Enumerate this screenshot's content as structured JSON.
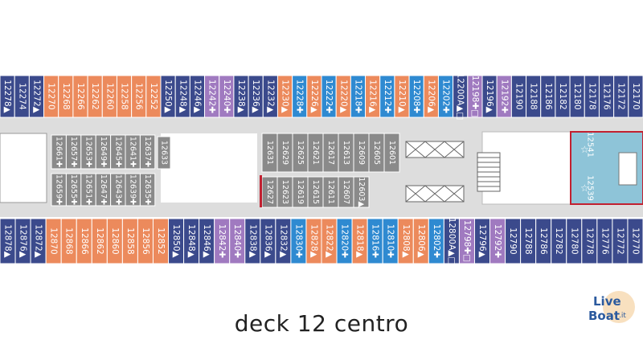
{
  "colors": {
    "navy": "#3b4a8c",
    "orange": "#ec8a5c",
    "purple": "#a07ac0",
    "blue": "#2f8ad1",
    "gray": "#8a8a8a",
    "teal": "#8ec4d8",
    "corridor": "#dddddd",
    "edge": "#c22030"
  },
  "top_row": [
    {
      "label": "12278▲",
      "color": "navy"
    },
    {
      "label": "12274",
      "color": "navy"
    },
    {
      "label": "12272▲",
      "color": "navy"
    },
    {
      "label": "12270",
      "color": "orange"
    },
    {
      "label": "12268",
      "color": "orange"
    },
    {
      "label": "12266",
      "color": "orange"
    },
    {
      "label": "12262",
      "color": "orange"
    },
    {
      "label": "12260",
      "color": "orange"
    },
    {
      "label": "12258",
      "color": "orange"
    },
    {
      "label": "12256",
      "color": "orange"
    },
    {
      "label": "12252",
      "color": "orange"
    },
    {
      "label": "12250▲",
      "color": "navy"
    },
    {
      "label": "12248▲",
      "color": "navy"
    },
    {
      "label": "12246▲",
      "color": "navy"
    },
    {
      "label": "12242✚",
      "color": "purple"
    },
    {
      "label": "12240✚",
      "color": "purple"
    },
    {
      "label": "12238▲",
      "color": "navy"
    },
    {
      "label": "12236▲",
      "color": "navy"
    },
    {
      "label": "12232▲",
      "color": "navy"
    },
    {
      "label": "12230▲",
      "color": "orange"
    },
    {
      "label": "12228✚",
      "color": "blue"
    },
    {
      "label": "12226▲",
      "color": "orange"
    },
    {
      "label": "12222✚",
      "color": "blue"
    },
    {
      "label": "12220▲",
      "color": "orange"
    },
    {
      "label": "12218✚",
      "color": "blue"
    },
    {
      "label": "12216▲",
      "color": "orange"
    },
    {
      "label": "12212✚",
      "color": "blue"
    },
    {
      "label": "12210▲",
      "color": "orange"
    },
    {
      "label": "12208✚",
      "color": "blue"
    },
    {
      "label": "12206▲",
      "color": "orange"
    },
    {
      "label": "12202✚",
      "color": "blue"
    },
    {
      "label": "12200A▲□",
      "color": "navy"
    },
    {
      "label": "12198✚□",
      "color": "purple"
    },
    {
      "label": "12196▲",
      "color": "navy"
    },
    {
      "label": "12192✚",
      "color": "purple"
    },
    {
      "label": "12190",
      "color": "navy"
    },
    {
      "label": "12188",
      "color": "navy"
    },
    {
      "label": "12186",
      "color": "navy"
    },
    {
      "label": "12182",
      "color": "navy"
    },
    {
      "label": "12180",
      "color": "navy"
    },
    {
      "label": "12178",
      "color": "navy"
    },
    {
      "label": "12176",
      "color": "navy"
    },
    {
      "label": "12172",
      "color": "navy"
    },
    {
      "label": "12170",
      "color": "navy"
    }
  ],
  "bottom_row": [
    {
      "label": "12878▲",
      "color": "navy"
    },
    {
      "label": "12876▲",
      "color": "navy"
    },
    {
      "label": "12872▲",
      "color": "navy"
    },
    {
      "label": "12870",
      "color": "orange"
    },
    {
      "label": "12868",
      "color": "orange"
    },
    {
      "label": "12866",
      "color": "orange"
    },
    {
      "label": "12862",
      "color": "orange"
    },
    {
      "label": "12860",
      "color": "orange"
    },
    {
      "label": "12858",
      "color": "orange"
    },
    {
      "label": "12856",
      "color": "orange"
    },
    {
      "label": "12852",
      "color": "orange"
    },
    {
      "label": "12850▲",
      "color": "navy"
    },
    {
      "label": "12848▲",
      "color": "navy"
    },
    {
      "label": "12846▲",
      "color": "navy"
    },
    {
      "label": "12842✚",
      "color": "purple"
    },
    {
      "label": "12840✚",
      "color": "purple"
    },
    {
      "label": "12838▲",
      "color": "navy"
    },
    {
      "label": "12836▲",
      "color": "navy"
    },
    {
      "label": "12832▲",
      "color": "navy"
    },
    {
      "label": "12830✚",
      "color": "blue"
    },
    {
      "label": "12828▲",
      "color": "orange"
    },
    {
      "label": "12822▲",
      "color": "orange"
    },
    {
      "label": "12820✚",
      "color": "blue"
    },
    {
      "label": "12818▲",
      "color": "orange"
    },
    {
      "label": "12816✚",
      "color": "blue"
    },
    {
      "label": "12810✚",
      "color": "blue"
    },
    {
      "label": "12808▲",
      "color": "orange"
    },
    {
      "label": "12806▲",
      "color": "orange"
    },
    {
      "label": "12802✚",
      "color": "blue"
    },
    {
      "label": "12800A▲□",
      "color": "navy"
    },
    {
      "label": "12798✚□",
      "color": "purple"
    },
    {
      "label": "12796▲",
      "color": "navy"
    },
    {
      "label": "12792✚",
      "color": "purple"
    },
    {
      "label": "12790",
      "color": "navy"
    },
    {
      "label": "12788",
      "color": "navy"
    },
    {
      "label": "12786",
      "color": "navy"
    },
    {
      "label": "12782",
      "color": "navy"
    },
    {
      "label": "12780",
      "color": "navy"
    },
    {
      "label": "12778",
      "color": "navy"
    },
    {
      "label": "12776",
      "color": "navy"
    },
    {
      "label": "12772",
      "color": "navy"
    },
    {
      "label": "12770",
      "color": "navy"
    }
  ],
  "inner_left_top": [
    "12661✚",
    "12657✚",
    "12653✚",
    "12649✚",
    "12645✚",
    "12641✚",
    "12637✚"
  ],
  "inner_left_bottom": [
    "12659✚",
    "12655✚",
    "12651✚",
    "12647✚",
    "12643✚",
    "12639✚",
    "12635✚"
  ],
  "inner_single": "12633",
  "inner_mid_top": [
    "12631",
    "12629",
    "12625",
    "12621",
    "12617",
    "12613",
    "12609",
    "12605",
    "12601"
  ],
  "inner_mid_bottom": [
    "12627",
    "12623",
    "12619",
    "12615",
    "12611",
    "12607",
    "12603▲"
  ],
  "suites": [
    "12541",
    "12539"
  ],
  "caption": "deck 12 centro",
  "logo": {
    "line1": "Live",
    "line2": "Boat",
    "suffix": ".it"
  }
}
